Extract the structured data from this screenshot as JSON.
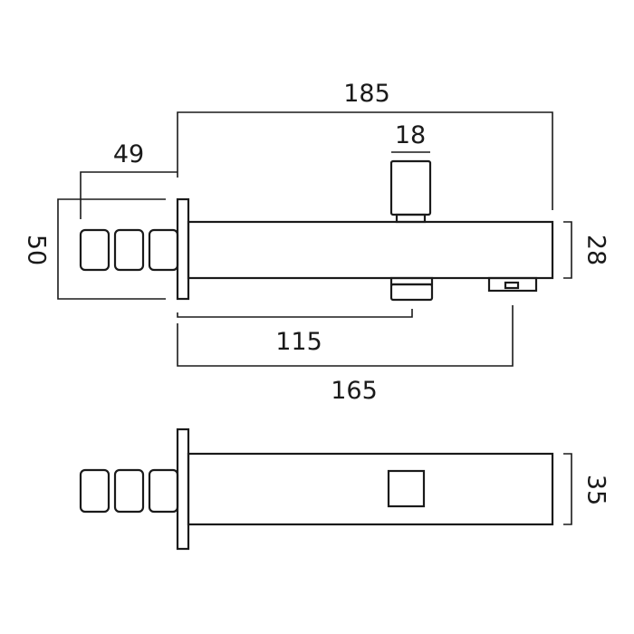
{
  "dimensions": {
    "overall_length": "185",
    "diverter_width": "18",
    "knob_projection": "49",
    "backplate_height": "50",
    "spout_height": "28",
    "to_diverter_outlet": "115",
    "to_spout_outlet": "165",
    "spout_width": "35"
  }
}
